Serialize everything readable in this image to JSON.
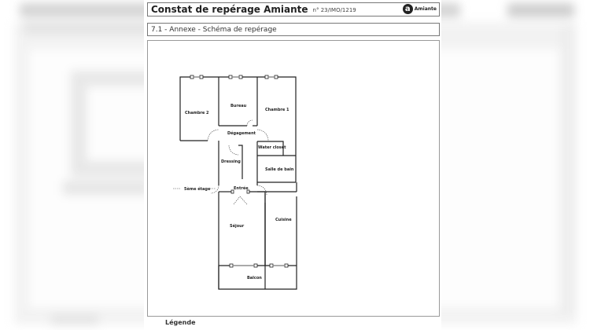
{
  "document": {
    "title": "Constat de repérage Amiante",
    "reference": "n° 23/IMO/1219",
    "logo": {
      "icon": "a-circle-logo",
      "letter": "a",
      "label": "Amiante"
    },
    "section_title": "7.1 - Annexe - Schéma de repérage",
    "legend_heading": "Légende"
  },
  "floor_plan": {
    "rooms": [
      {
        "name": "Chambre 2"
      },
      {
        "name": "Bureau"
      },
      {
        "name": "Chambre 1"
      },
      {
        "name": "Dégagement"
      },
      {
        "name": "Water closet"
      },
      {
        "name": "Dressing"
      },
      {
        "name": "Salle de bain"
      },
      {
        "name": "Entrée"
      },
      {
        "name": "Séjour"
      },
      {
        "name": "Cuisine"
      },
      {
        "name": "Balcon"
      }
    ],
    "annotation": "5ème étage"
  }
}
